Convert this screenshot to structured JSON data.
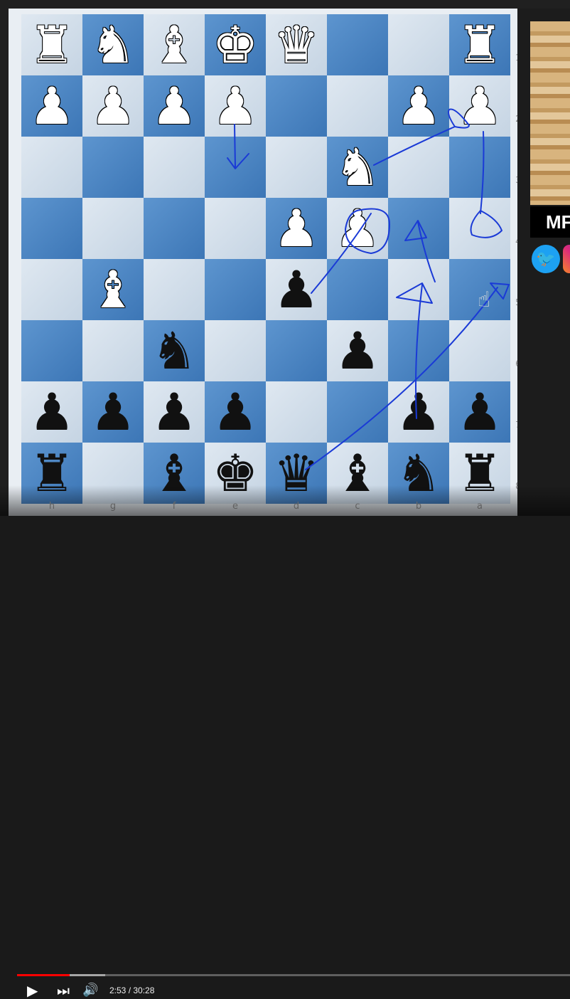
{
  "board": {
    "ranks": [
      "1",
      "2",
      "3",
      "4",
      "5",
      "6",
      "7",
      "8"
    ],
    "files": [
      "h",
      "g",
      "f",
      "e",
      "d",
      "c",
      "b",
      "a"
    ],
    "cells": [
      [
        "wR",
        "wN",
        "wB",
        "wK",
        "wQ",
        "",
        "",
        "wR"
      ],
      [
        "wP",
        "wP",
        "wP",
        "wP",
        "",
        "",
        "wP",
        "wP"
      ],
      [
        "",
        "",
        "",
        "",
        "",
        "wN",
        "",
        ""
      ],
      [
        "",
        "",
        "",
        "",
        "wP",
        "wP",
        "",
        ""
      ],
      [
        "",
        "wB",
        "",
        "",
        "bP",
        "",
        "",
        ""
      ],
      [
        "",
        "",
        "bN",
        "",
        "",
        "bP",
        "",
        ""
      ],
      [
        "bP",
        "bP",
        "bP",
        "bP",
        "",
        "",
        "bP",
        "bP"
      ],
      [
        "bR",
        "",
        "bB",
        "bK",
        "bQ",
        "bB",
        "bN",
        "bR"
      ]
    ],
    "glyphs": {
      "K": "♚",
      "Q": "♛",
      "R": "♜",
      "B": "♝",
      "N": "♞",
      "P": "♟"
    }
  },
  "sidebar": {
    "name_text": "MF"
  },
  "player": {
    "play_icon": "▶",
    "next_icon": "⏭",
    "volume_icon": "🔊",
    "current_time": "2:53",
    "separator": " / ",
    "duration": "30:28",
    "progress_fraction": 0.095,
    "buffer_fraction": 0.16
  },
  "colors": {
    "annotation": "#1a3ad6",
    "progress": "#ff0000"
  }
}
